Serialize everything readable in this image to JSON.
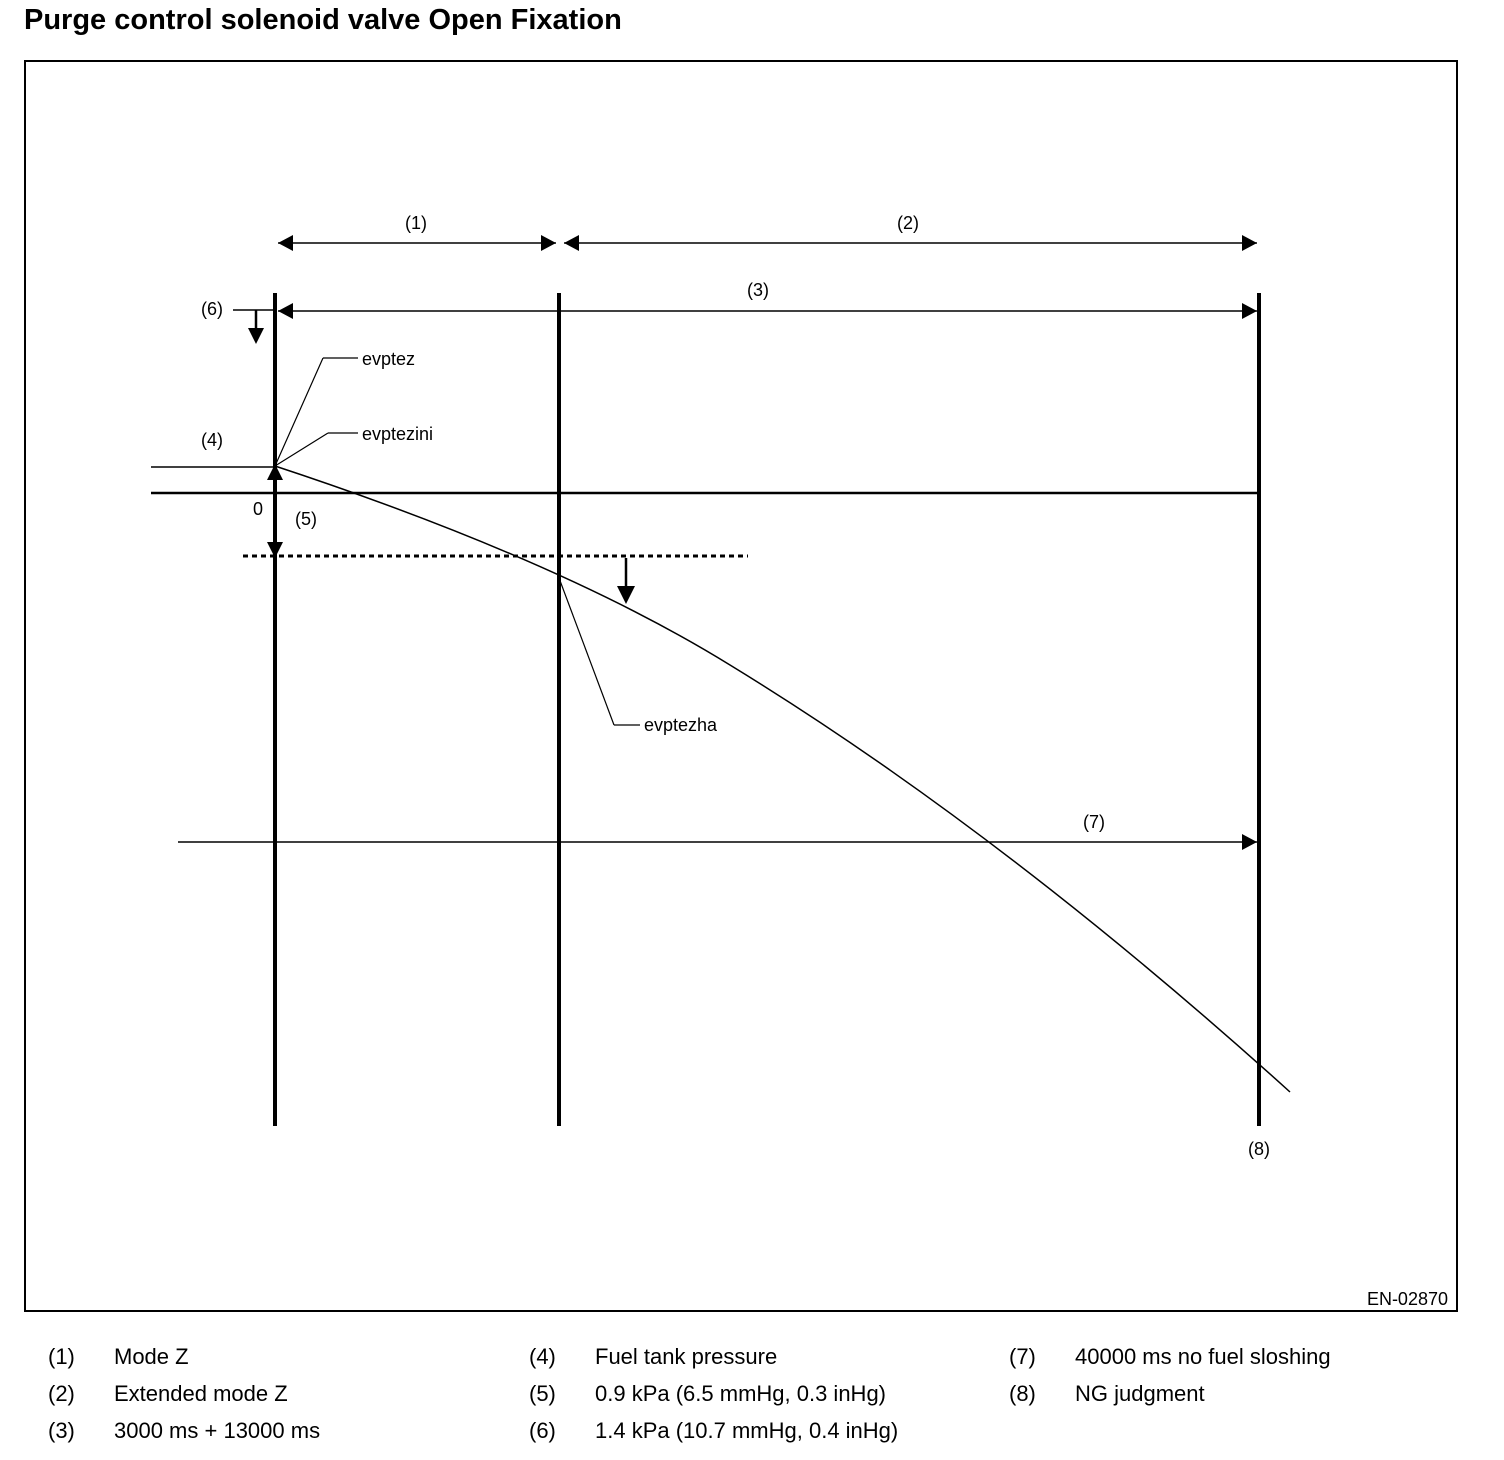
{
  "title": "Purge control solenoid valve Open Fixation",
  "figure_code": "EN-02870",
  "callouts": {
    "c1": "(1)",
    "c2": "(2)",
    "c3": "(3)",
    "c4": "(4)",
    "c5": "(5)",
    "c6": "(6)",
    "c7": "(7)",
    "c8": "(8)",
    "zero": "0"
  },
  "signal_labels": {
    "evptez": "evptez",
    "evptezini": "evptezini",
    "evptezha": "evptezha"
  },
  "legend": [
    {
      "num": "(1)",
      "text": "Mode Z"
    },
    {
      "num": "(2)",
      "text": "Extended mode Z"
    },
    {
      "num": "(3)",
      "text": "3000 ms + 13000 ms"
    },
    {
      "num": "(4)",
      "text": "Fuel tank pressure"
    },
    {
      "num": "(5)",
      "text": "0.9 kPa (6.5 mmHg, 0.3 inHg)"
    },
    {
      "num": "(6)",
      "text": "1.4 kPa (10.7 mmHg, 0.4 inHg)"
    },
    {
      "num": "(7)",
      "text": "40000 ms no fuel sloshing"
    },
    {
      "num": "(8)",
      "text": "NG judgment"
    }
  ]
}
